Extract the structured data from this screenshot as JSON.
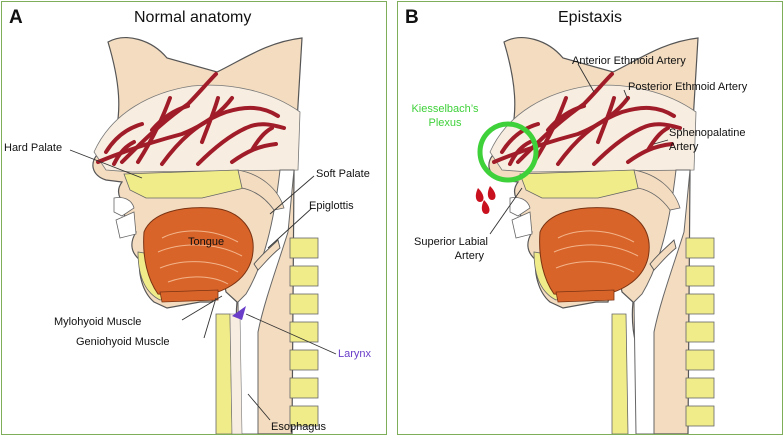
{
  "panels": [
    {
      "letter": "A",
      "title": "Normal anatomy",
      "labels": {
        "hard_palate": "Hard Palate",
        "soft_palate": "Soft Palate",
        "epiglottis": "Epiglottis",
        "tongue": "Tongue",
        "mylohyoid": "Mylohyoid Muscle",
        "geniohyoid": "Geniohyoid Muscle",
        "larynx": "Larynx",
        "esophagus": "Esophagus"
      }
    },
    {
      "letter": "B",
      "title": "Epistaxis",
      "labels": {
        "anterior_ethmoid": "Anterior Ethmoid Artery",
        "posterior_ethmoid": "Posterior Ethmoid Artery",
        "kiesselbach_1": "Kiesselbach’s",
        "kiesselbach_2": "Plexus",
        "sphenopalatine_1": "Sphenopalatine",
        "sphenopalatine_2": "Artery",
        "superior_labial_1": "Superior Labial",
        "superior_labial_2": "Artery"
      }
    }
  ],
  "colors": {
    "border": "#7fae5a",
    "skin": "#f3dcc0",
    "outline": "#555555",
    "artery": "#a01c28",
    "vertebra": "#f0ec8a",
    "muscle": "#d9642a",
    "highlight_circle": "#3fd13a",
    "highlight_label": "#3fd13a",
    "larynx_label": "#6a3ec9",
    "blood": "#c8101e"
  }
}
